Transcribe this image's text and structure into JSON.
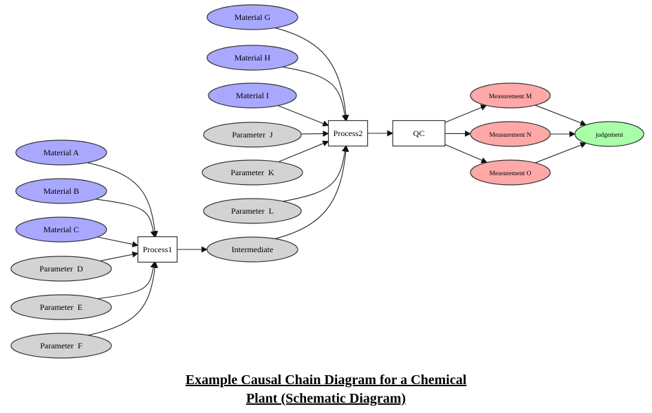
{
  "colors": {
    "material_fill": "#a8a8ff",
    "parameter_fill": "#d3d3d3",
    "measurement_fill": "#ffa8a8",
    "judgement_fill": "#a8ffa8",
    "process_fill": "#ffffff",
    "outline": "#333333"
  },
  "nodes": {
    "matA": {
      "label": "Material A",
      "kind": "material"
    },
    "matB": {
      "label": "Material B",
      "kind": "material"
    },
    "matC": {
      "label": "Material C",
      "kind": "material"
    },
    "parD": {
      "label": "Parameter  D",
      "kind": "parameter"
    },
    "parE": {
      "label": "Parameter  E",
      "kind": "parameter"
    },
    "parF": {
      "label": "Parameter  F",
      "kind": "parameter"
    },
    "process1": {
      "label": "Process1",
      "kind": "process"
    },
    "intermediate": {
      "label": "Intermediate",
      "kind": "parameter"
    },
    "matG": {
      "label": "Material G",
      "kind": "material"
    },
    "matH": {
      "label": "Material H",
      "kind": "material"
    },
    "matI": {
      "label": "Material I",
      "kind": "material"
    },
    "parJ": {
      "label": "Parameter  J",
      "kind": "parameter"
    },
    "parK": {
      "label": "Parameter  K",
      "kind": "parameter"
    },
    "parL": {
      "label": "Parameter  L",
      "kind": "parameter"
    },
    "process2": {
      "label": "Process2",
      "kind": "process"
    },
    "qc": {
      "label": "QC",
      "kind": "process"
    },
    "measM": {
      "label": "Measurement M",
      "kind": "measurement"
    },
    "measN": {
      "label": "Measurement N",
      "kind": "measurement"
    },
    "measO": {
      "label": "Measurement O",
      "kind": "measurement"
    },
    "judgement": {
      "label": "judgement",
      "kind": "judgement"
    }
  },
  "edges": [
    [
      "matA",
      "process1"
    ],
    [
      "matB",
      "process1"
    ],
    [
      "matC",
      "process1"
    ],
    [
      "parD",
      "process1"
    ],
    [
      "parE",
      "process1"
    ],
    [
      "parF",
      "process1"
    ],
    [
      "process1",
      "intermediate"
    ],
    [
      "matG",
      "process2"
    ],
    [
      "matH",
      "process2"
    ],
    [
      "matI",
      "process2"
    ],
    [
      "parJ",
      "process2"
    ],
    [
      "parK",
      "process2"
    ],
    [
      "parL",
      "process2"
    ],
    [
      "intermediate",
      "process2"
    ],
    [
      "process2",
      "qc"
    ],
    [
      "qc",
      "measM"
    ],
    [
      "qc",
      "measN"
    ],
    [
      "qc",
      "measO"
    ],
    [
      "measM",
      "judgement"
    ],
    [
      "measN",
      "judgement"
    ],
    [
      "measO",
      "judgement"
    ]
  ],
  "caption": {
    "line1": "Example Causal Chain Diagram for a Chemical ",
    "line2": "Plant (Schematic Diagram)"
  }
}
